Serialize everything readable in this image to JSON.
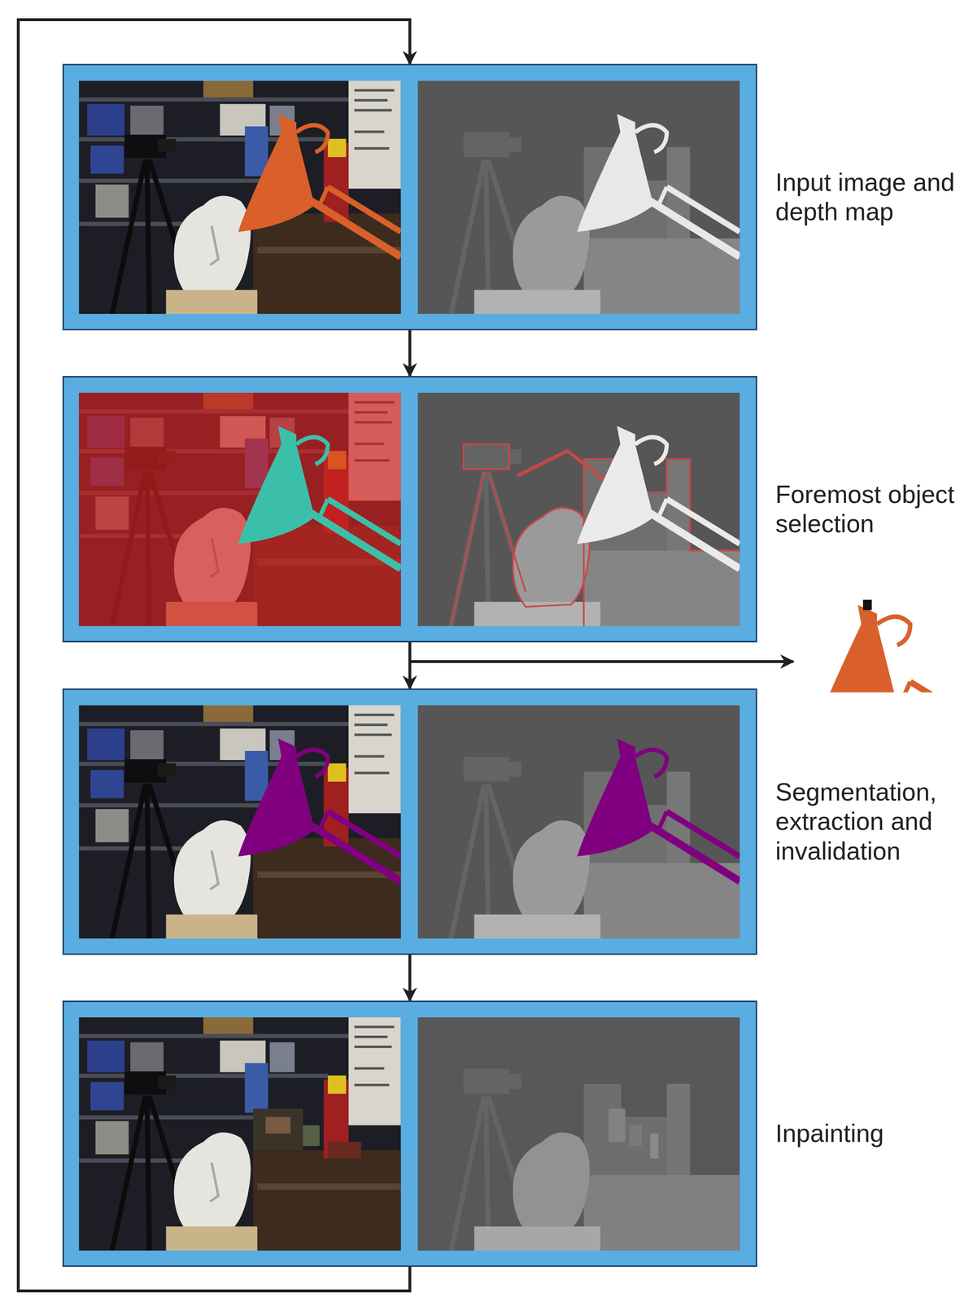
{
  "diagram": {
    "nodes": [
      {
        "text": [
          "Input image and depth map"
        ]
      },
      {
        "text": [
          "Foremost object selection"
        ]
      },
      {
        "text": [
          "Segmentation, extraction and invalidation"
        ]
      },
      {
        "text": [
          "Inpainting"
        ]
      }
    ],
    "edges": [
      {
        "from": 0,
        "to": 1,
        "arrow": "to"
      },
      {
        "from": 1,
        "to": 2,
        "arrow": "to"
      },
      {
        "from": 2,
        "to": 3,
        "arrow": "to"
      },
      {
        "from": 3,
        "to": 0,
        "arrow": "to"
      }
    ]
  }
}
